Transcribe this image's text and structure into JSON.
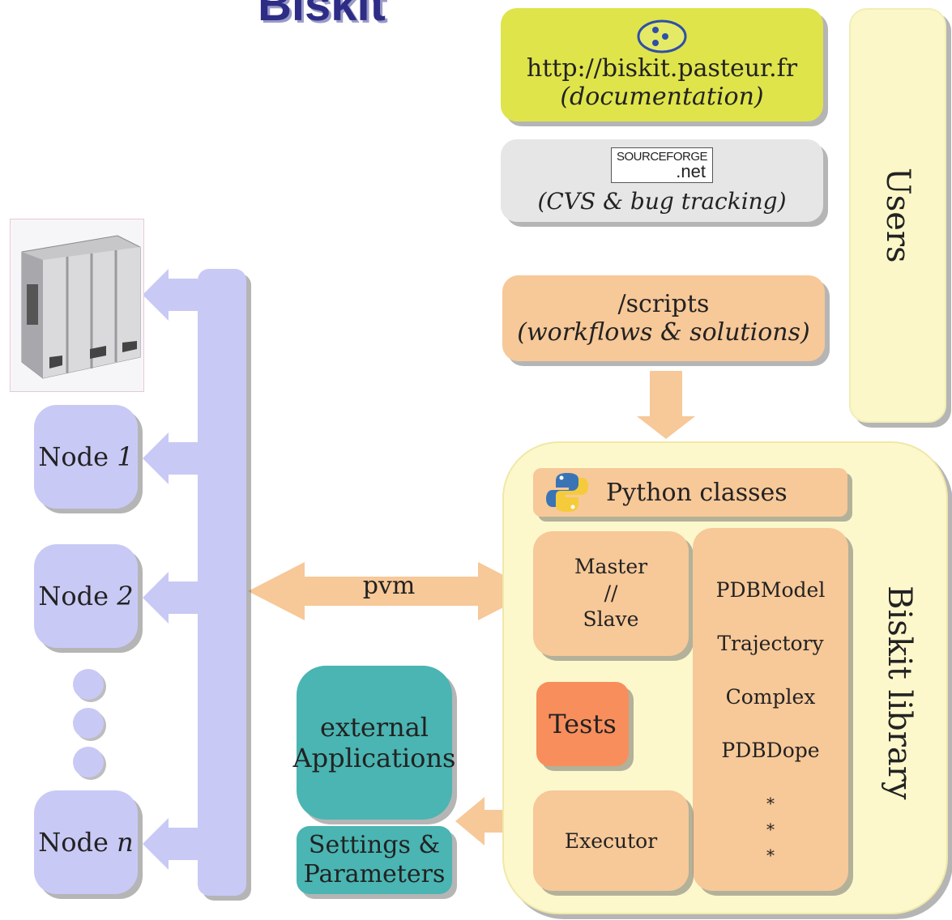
{
  "title": "Biskit",
  "documentation": {
    "url": "http://biskit.pasteur.fr",
    "note": "(documentation)"
  },
  "sourceforge": {
    "logo_top": "SOURCEFORGE",
    "logo_bottom": ".net",
    "note": "(CVS & bug tracking)"
  },
  "scripts": {
    "path": "/scripts",
    "note": "(workflows & solutions)"
  },
  "users": {
    "label": "Users"
  },
  "library": {
    "label": "Biskit library",
    "python": "Python classes",
    "master_slave": {
      "line1": "Master",
      "line2": "//",
      "line3": "Slave"
    },
    "classes": [
      "PDBModel",
      "Trajectory",
      "Complex",
      "PDBDope",
      "*",
      "*",
      "*"
    ],
    "tests": "Tests",
    "executor": "Executor"
  },
  "pvm": "pvm",
  "external": {
    "line1": "external",
    "line2": "Applications"
  },
  "settings": {
    "line1": "Settings &",
    "line2": "Parameters"
  },
  "nodes": [
    {
      "prefix": "Node",
      "index": "1"
    },
    {
      "prefix": "Node",
      "index": "2"
    },
    {
      "prefix": "Node",
      "index": "n"
    }
  ],
  "colors": {
    "doc": "#dfe44a",
    "orange": "#f7c898",
    "tests": "#f88e5c",
    "teal": "#4ab5b2",
    "lavender": "#c9c9f6",
    "cream": "#fcf8cc",
    "title": "#2d2d86"
  }
}
